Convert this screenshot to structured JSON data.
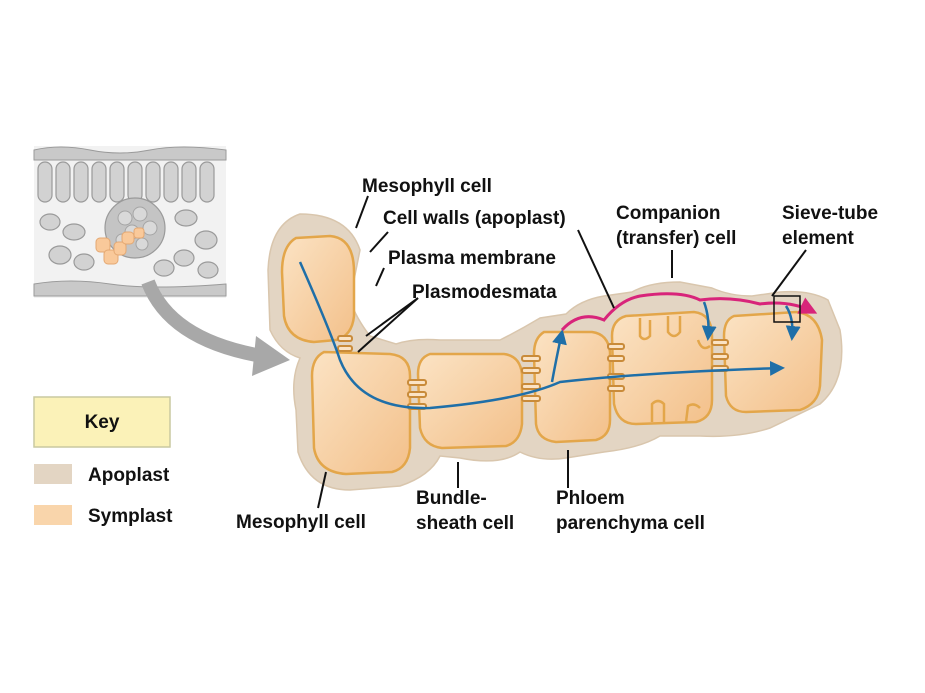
{
  "labels": {
    "mesophyll_top": "Mesophyll cell",
    "cell_walls": "Cell walls (apoplast)",
    "plasma_membrane": "Plasma membrane",
    "plasmodesmata": "Plasmodesmata",
    "companion_1": "Companion",
    "companion_2": "(transfer) cell",
    "sieve_1": "Sieve-tube",
    "sieve_2": "element",
    "mesophyll_bottom": "Mesophyll cell",
    "bundle_1": "Bundle-",
    "bundle_2": "sheath cell",
    "phloem_1": "Phloem",
    "phloem_2": "parenchyma cell"
  },
  "key": {
    "title": "Key",
    "items": [
      {
        "label": "Apoplast",
        "color": "#e3d5c3"
      },
      {
        "label": "Symplast",
        "color": "#f9d5ab"
      }
    ]
  },
  "colors": {
    "apoplast": "#e3d5c3",
    "symplast": "#f9d5ab",
    "membrane": "#e3a64a",
    "symplastic_route": "#1f6fa8",
    "apoplastic_route": "#d8247a",
    "key_box": "#fbf2b8"
  }
}
